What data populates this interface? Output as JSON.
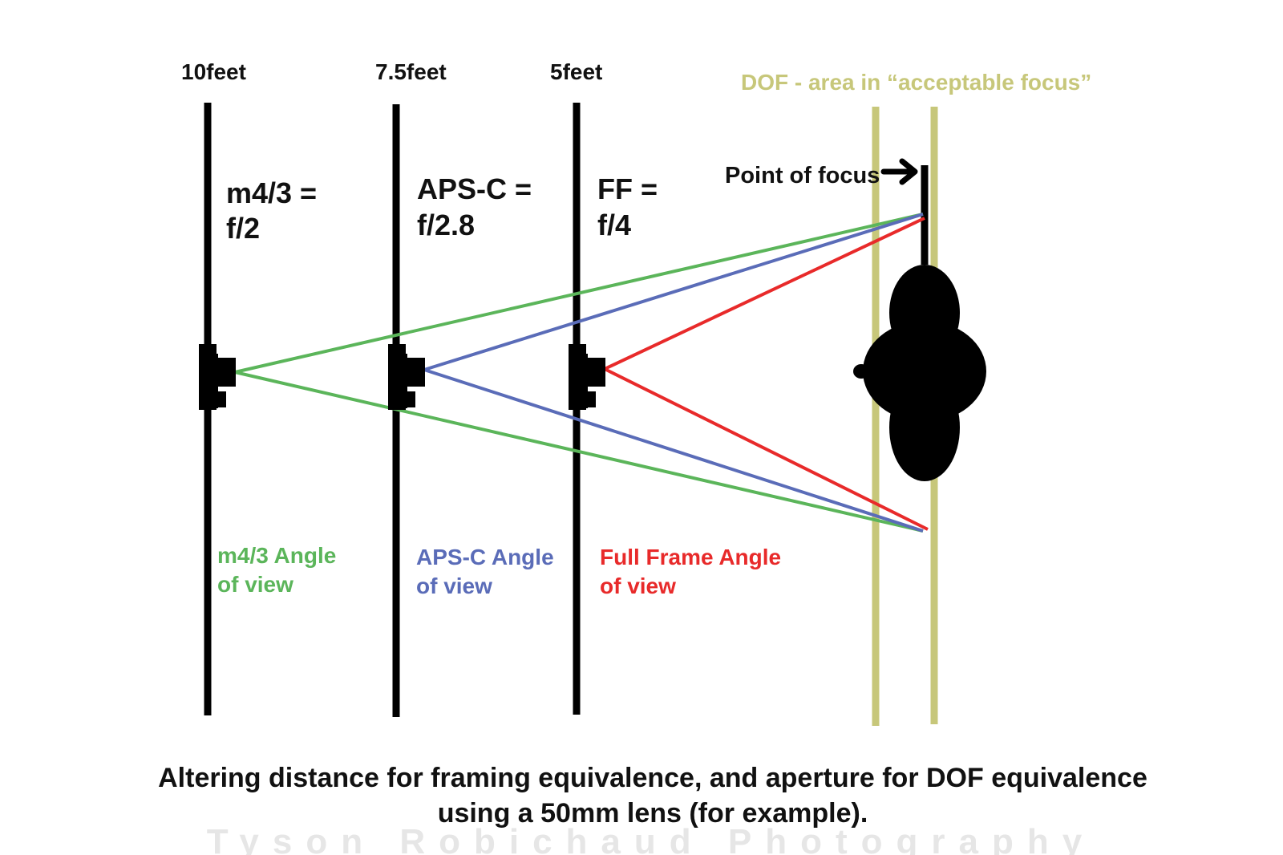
{
  "distances": [
    "10feet",
    "7.5feet",
    "5feet"
  ],
  "apertures": [
    {
      "line1": "m4/3 =",
      "line2": "f/2"
    },
    {
      "line1": "APS-C =",
      "line2": "f/2.8"
    },
    {
      "line1": "FF =",
      "line2": "f/4"
    }
  ],
  "angle_labels": [
    {
      "line1": "m4/3 Angle",
      "line2": "of view"
    },
    {
      "line1": "APS-C Angle",
      "line2": "of view"
    },
    {
      "line1": "Full Frame Angle",
      "line2": "of view"
    }
  ],
  "dof_label": "DOF - area in “acceptable focus”",
  "focus_label": "Point of focus",
  "caption": {
    "line1": "Altering distance for framing equivalence, and aperture for DOF equivalence",
    "line2": "using a 50mm lens (for example)."
  },
  "watermark": "Tyson Robichaud Photography",
  "colors": {
    "m43": "#5bb55a",
    "apsc": "#5a6cb8",
    "ff": "#e82a2a",
    "dof": "#c7c77a",
    "ink": "#000000"
  }
}
